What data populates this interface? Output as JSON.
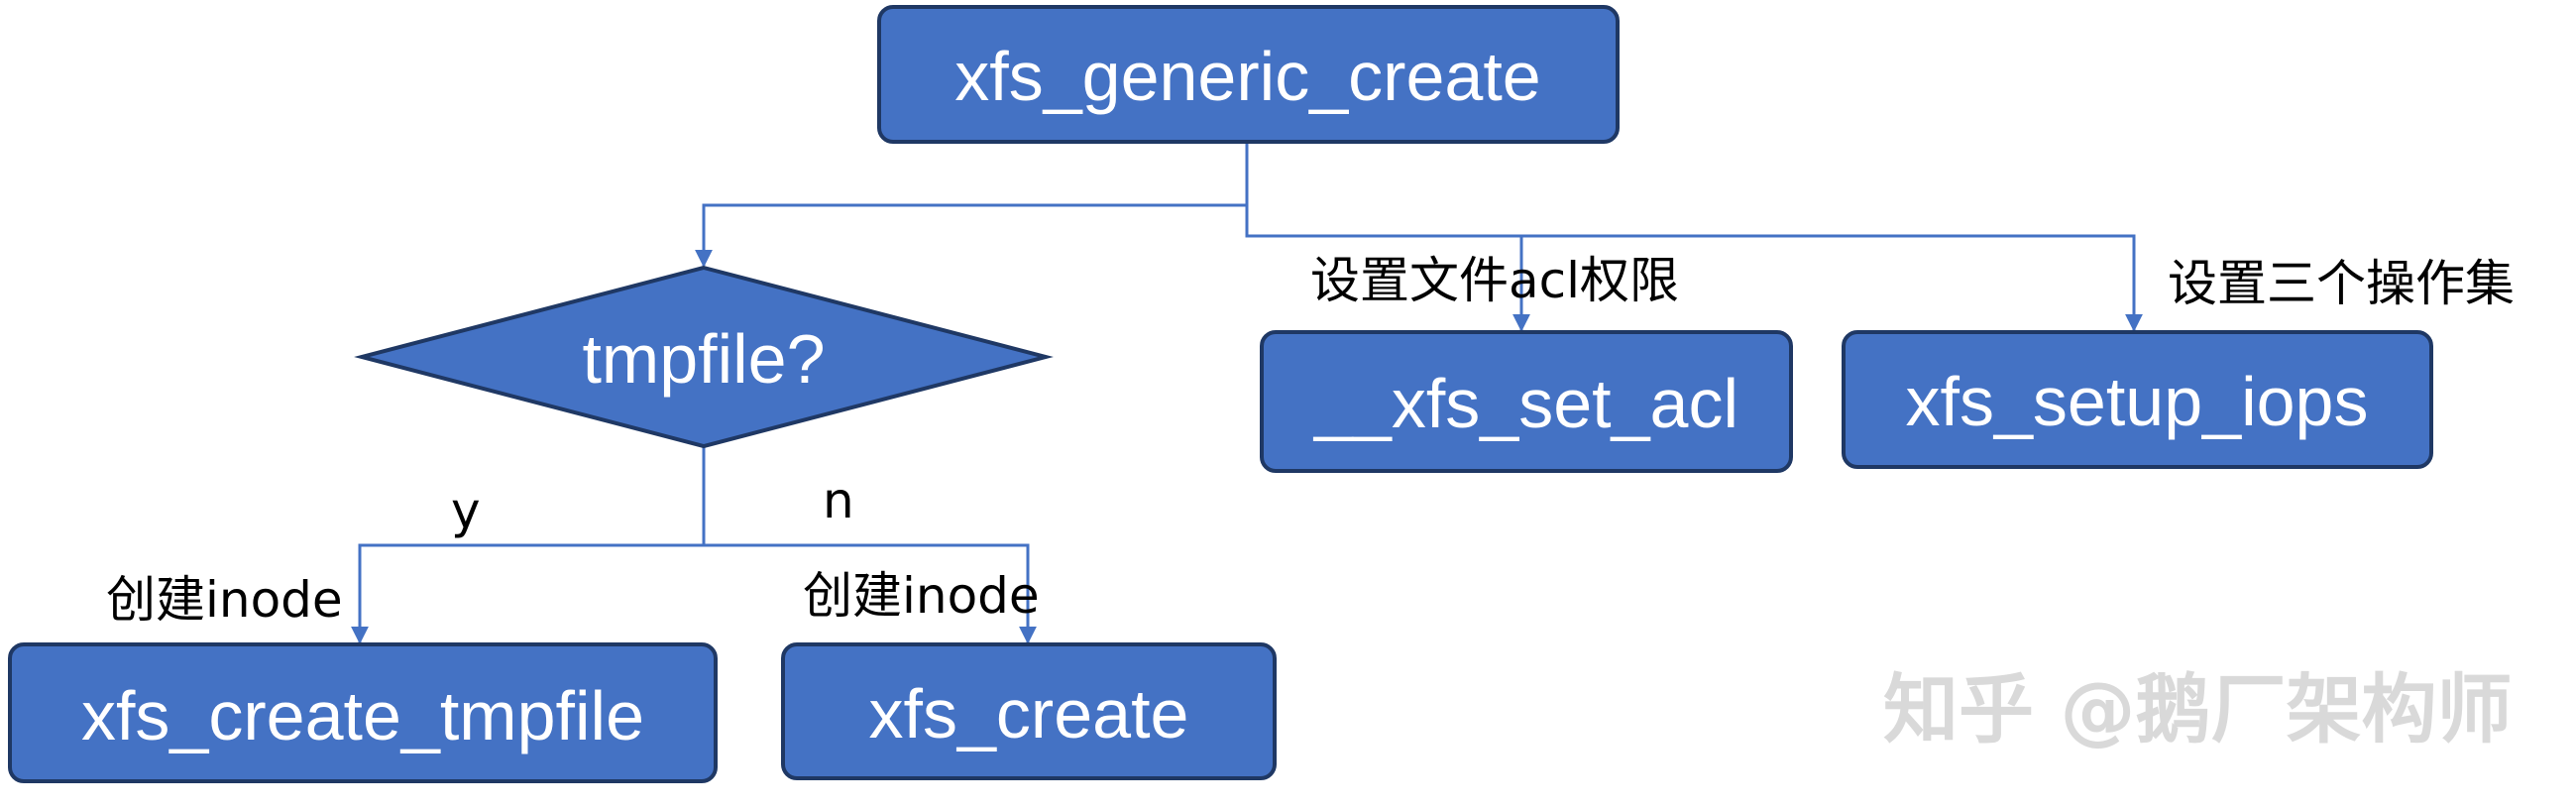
{
  "diagram": {
    "nodes": {
      "generic_create": "xfs_generic_create",
      "tmpfile_decision": "tmpfile?",
      "set_acl": "__xfs_set_acl",
      "setup_iops": "xfs_setup_iops",
      "create_tmpfile": "xfs_create_tmpfile",
      "create": "xfs_create"
    },
    "edge_labels": {
      "set_acl": "设置文件acl权限",
      "setup_iops": "设置三个操作集",
      "yes_branch": "y",
      "no_branch": "n",
      "create_inode_yes": "创建inode",
      "create_inode_no": "创建inode"
    }
  },
  "watermark": "知乎 @鹅厂架构师",
  "colors": {
    "node_fill": "#4472c4",
    "node_border": "#1f3864",
    "edge": "#4472c4",
    "watermark": "#d9d9d9"
  }
}
